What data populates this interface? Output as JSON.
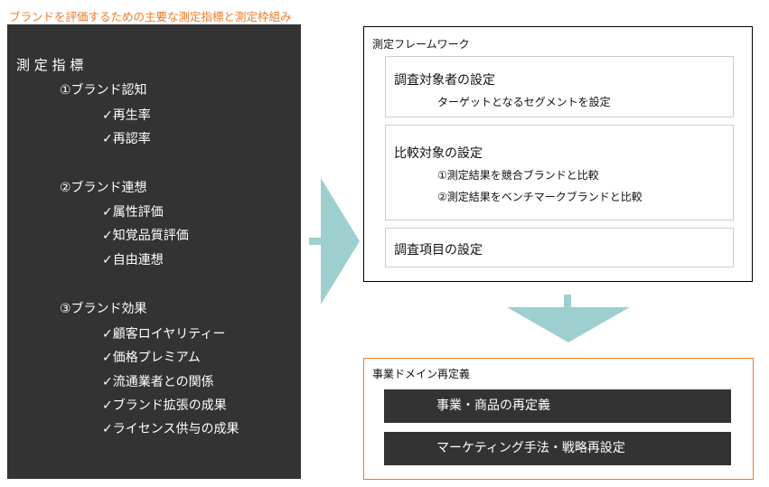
{
  "title": "ブランドを評価するための主要な測定指標と測定枠組み",
  "metrics": {
    "heading": "測 定 指 標",
    "groups": [
      {
        "label": "①ブランド認知",
        "items": [
          "✓再生率",
          "✓再認率"
        ]
      },
      {
        "label": "②ブランド連想",
        "items": [
          "✓属性評価",
          "✓知覚品質評価",
          "✓自由連想"
        ]
      },
      {
        "label": "③ブランド効果",
        "items": [
          "✓顧客ロイヤリティー",
          "✓価格プレミアム",
          "✓流通業者との関係",
          "✓ブランド拡張の成果",
          "✓ライセンス供与の成果"
        ]
      }
    ]
  },
  "framework": {
    "title": "測定フレームワーク",
    "boxes": [
      {
        "heading": "調査対象者の設定",
        "lines": [
          "ターゲットとなるセグメントを設定"
        ]
      },
      {
        "heading": "比較対象の設定",
        "lines": [
          "①測定結果を競合ブランドと比較",
          "②測定結果をベンチマークブランドと比較"
        ]
      },
      {
        "heading": "調査項目の設定",
        "lines": []
      }
    ]
  },
  "domain": {
    "title": "事業ドメイン再定義",
    "items": [
      "事業・商品の再定義",
      "マーケティング手法・戦略再設定"
    ]
  },
  "colors": {
    "accent": "#f07a28",
    "arrow": "#9dcfcf",
    "dark": "#333333"
  }
}
